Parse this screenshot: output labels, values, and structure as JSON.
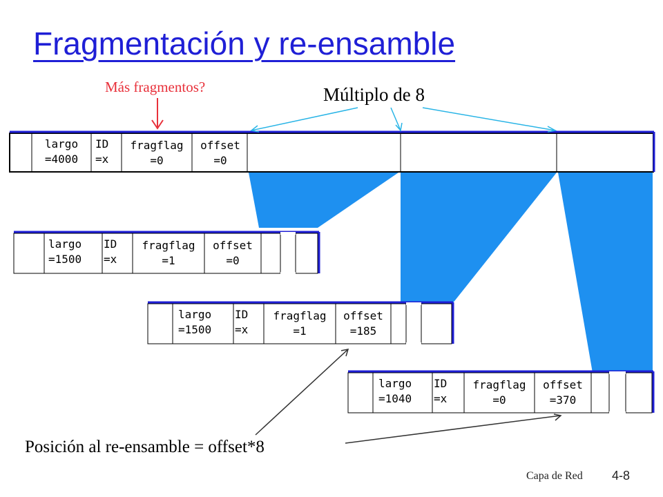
{
  "title": "Fragmentación y re-ensamble",
  "annotations": {
    "more_fragments": "Más fragmentos?",
    "multiple_of_8": "Múltiplo de 8",
    "reassembly_position": "Posición al re-ensamble = offset*8"
  },
  "datagram": {
    "largo": "largo\n=4000",
    "id": "ID\n=x",
    "fragflag": "fragflag\n=0",
    "offset": "offset\n=0"
  },
  "fragments": [
    {
      "largo": "largo\n=1500",
      "id": "ID\n=x",
      "fragflag": "fragflag\n=1",
      "offset": "offset\n=0"
    },
    {
      "largo": "largo\n=1500",
      "id": "ID\n=x",
      "fragflag": "fragflag\n=1",
      "offset": "offset\n=185"
    },
    {
      "largo": "largo\n=1040",
      "id": "ID\n=x",
      "fragflag": "fragflag\n=0",
      "offset": "offset\n=370"
    }
  ],
  "footer": {
    "chapter": "Capa de Red",
    "page": "4-8"
  },
  "colors": {
    "title": "#1f1fd6",
    "fill": "#1e90f0",
    "annotation": "#e8303a",
    "arrow_blue": "#28b4e6"
  }
}
